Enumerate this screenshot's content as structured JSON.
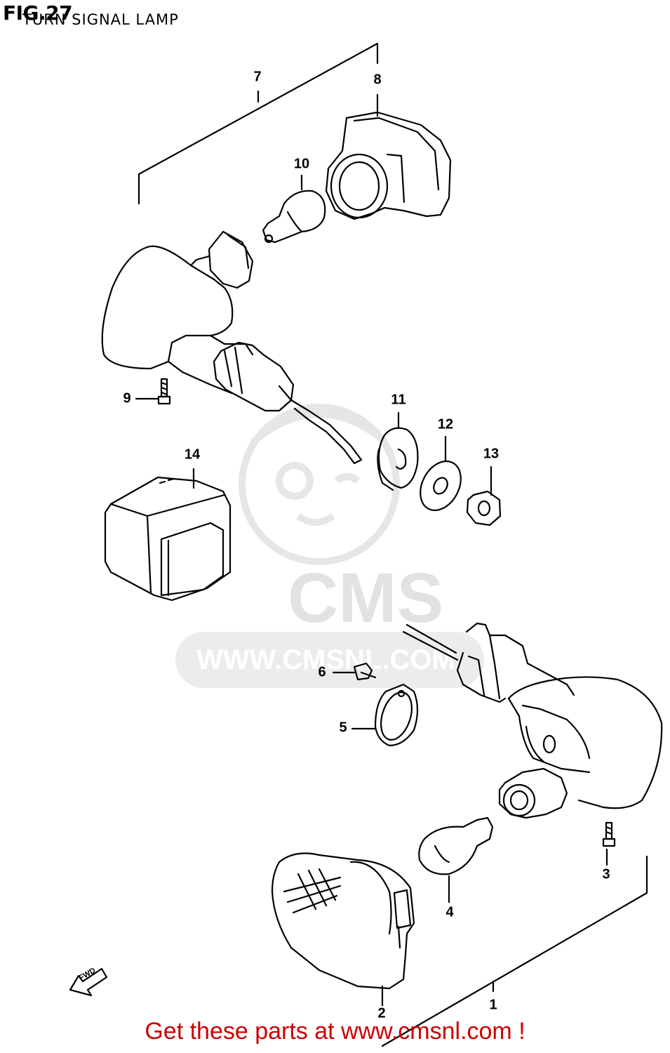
{
  "figure": {
    "number": "FIG.27",
    "title": "TURN SIGNAL LAMP"
  },
  "callouts": [
    {
      "id": "1",
      "label": "1"
    },
    {
      "id": "2",
      "label": "2"
    },
    {
      "id": "3",
      "label": "3"
    },
    {
      "id": "4",
      "label": "4"
    },
    {
      "id": "5",
      "label": "5"
    },
    {
      "id": "6",
      "label": "6"
    },
    {
      "id": "7",
      "label": "7"
    },
    {
      "id": "8",
      "label": "8"
    },
    {
      "id": "9",
      "label": "9"
    },
    {
      "id": "10",
      "label": "10"
    },
    {
      "id": "11",
      "label": "11"
    },
    {
      "id": "12",
      "label": "12"
    },
    {
      "id": "13",
      "label": "13"
    },
    {
      "id": "14",
      "label": "14"
    }
  ],
  "direction_marker": "FWD",
  "watermark": {
    "brand": "CMS",
    "url": "WWW.CMSNL.COM"
  },
  "footer_text": "Get these parts at www.cmsnl.com !",
  "colors": {
    "line": "#000000",
    "footer": "#cc0000",
    "watermark": "#e2e2e2"
  }
}
